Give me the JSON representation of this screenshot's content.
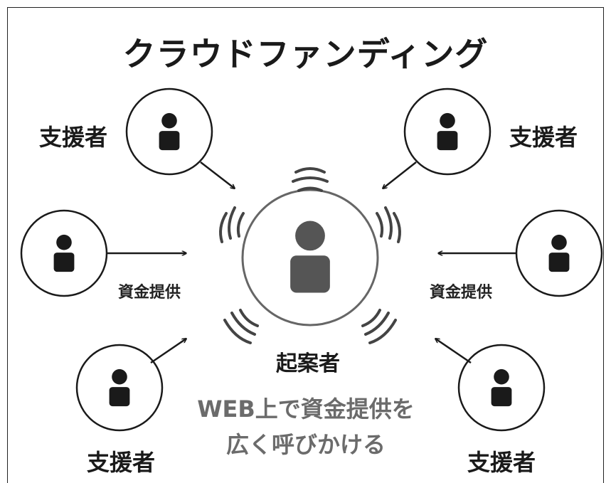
{
  "title": "クラウドファンディング",
  "supporter_label": "支援者",
  "funding_label": "資金提供",
  "proposer_label": "起案者",
  "caption_line1": "WEB上で資金提供を",
  "caption_line2": "広く呼びかける",
  "colors": {
    "dark": "#1a1a1a",
    "gray": "#555555",
    "caption": "#6b6b6b"
  },
  "icons": [
    "person-icon",
    "arrow-icon",
    "broadcast-waves-icon"
  ]
}
